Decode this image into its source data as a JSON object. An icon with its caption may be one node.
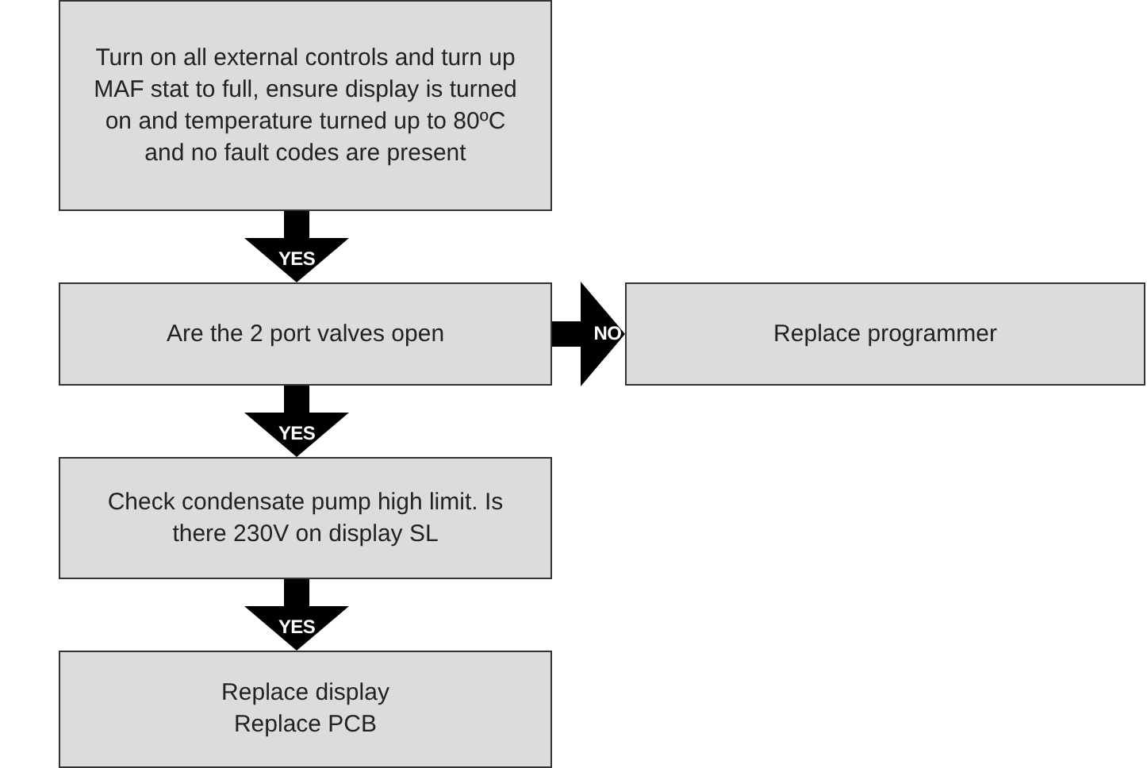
{
  "diagram": {
    "nodes": [
      {
        "text": [
          "Turn on all external controls and turn up MAF stat to full, ensure display is turned on and temperature turned up to 80ºC and no fault codes are present"
        ]
      },
      {
        "text": [
          "Are the 2 port valves open"
        ]
      },
      {
        "text": [
          "Replace programmer"
        ]
      },
      {
        "text": [
          "Check condensate pump high limit. Is there 230V on display SL"
        ]
      },
      {
        "text": [
          "Replace display",
          "Replace PCB"
        ]
      }
    ],
    "edges": [
      {
        "from": 0,
        "to": 1,
        "arrow": "to",
        "label": "YES"
      },
      {
        "from": 1,
        "to": 2,
        "arrow": "to",
        "label": "NO"
      },
      {
        "from": 1,
        "to": 3,
        "arrow": "to",
        "label": "YES"
      },
      {
        "from": 3,
        "to": 4,
        "arrow": "to",
        "label": "YES"
      }
    ]
  }
}
